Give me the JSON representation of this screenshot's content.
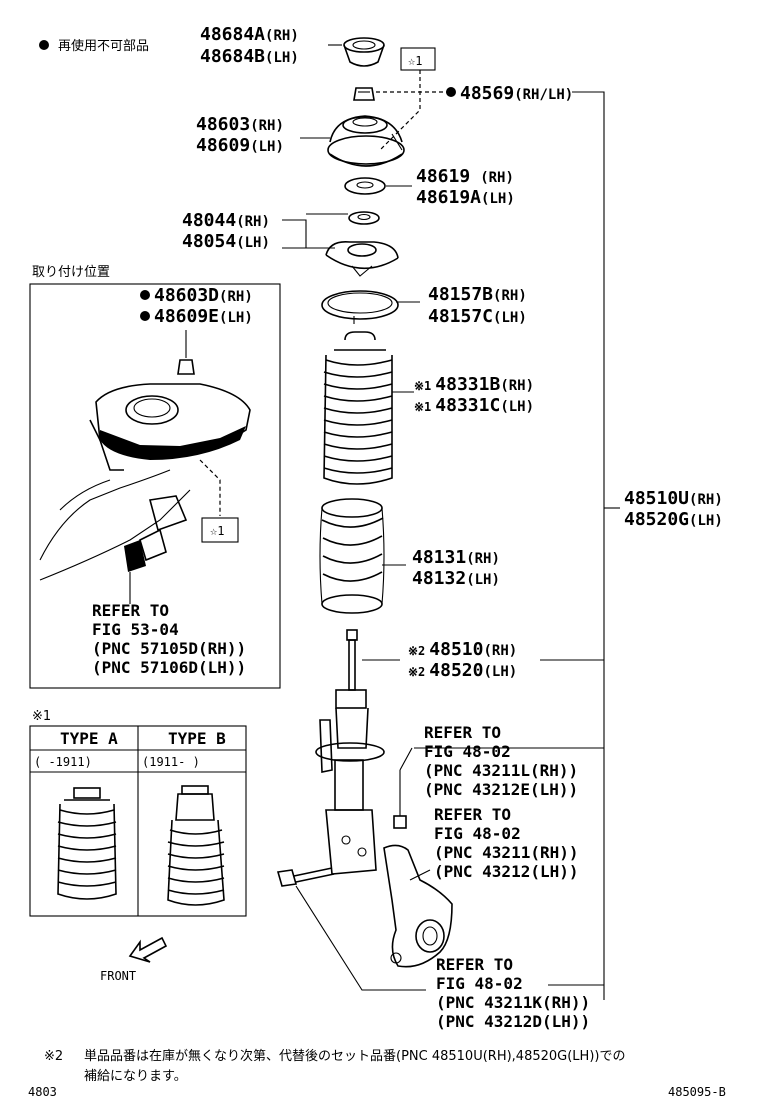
{
  "legend": {
    "dot_label": "再使用不可部品"
  },
  "parts": {
    "p48684": {
      "rh": "48684A",
      "rh_suffix": "(RH)",
      "lh": "48684B",
      "lh_suffix": "(LH)"
    },
    "p48569": {
      "code": "48569",
      "suffix": "(RH/LH)"
    },
    "p48603": {
      "rh": "48603",
      "rh_suffix": "(RH)",
      "lh": "48609",
      "lh_suffix": "(LH)"
    },
    "p48619": {
      "rh": "48619",
      "rh_suffix": "(RH)",
      "lh": "48619A",
      "lh_suffix": "(LH)"
    },
    "p48044": {
      "rh": "48044",
      "rh_suffix": "(RH)",
      "lh": "48054",
      "lh_suffix": "(LH)"
    },
    "p48157": {
      "rh": "48157B",
      "rh_suffix": "(RH)",
      "lh": "48157C",
      "lh_suffix": "(LH)"
    },
    "p48331": {
      "mark": "※1",
      "rh": "48331B",
      "rh_suffix": "(RH)",
      "lh": "48331C",
      "lh_suffix": "(LH)"
    },
    "p48131": {
      "rh": "48131",
      "rh_suffix": "(RH)",
      "lh": "48132",
      "lh_suffix": "(LH)"
    },
    "p48510": {
      "mark": "※2",
      "rh": "48510",
      "rh_suffix": "(RH)",
      "lh": "48520",
      "lh_suffix": "(LH)"
    },
    "p48510U": {
      "rh": "48510U",
      "rh_suffix": "(RH)",
      "lh": "48520G",
      "lh_suffix": "(LH)"
    }
  },
  "star_box": "☆1",
  "inset_install": {
    "title": "取り付け位置",
    "rh": "48603D",
    "rh_suffix": "(RH)",
    "lh": "48609E",
    "lh_suffix": "(LH)",
    "refer": [
      "REFER TO",
      "FIG 53-04",
      "(PNC 57105D(RH))",
      "(PNC 57106D(LH))"
    ]
  },
  "inset_types": {
    "mark": "※1",
    "type_a": "TYPE A",
    "type_a_range": "(     -1911)",
    "type_b": "TYPE B",
    "type_b_range": "(1911-     )"
  },
  "refers": {
    "r1": [
      "REFER TO",
      "FIG 48-02",
      "(PNC 43211L(RH))",
      "(PNC 43212E(LH))"
    ],
    "r2": [
      "REFER TO",
      "FIG 48-02",
      "(PNC 43211(RH))",
      "(PNC 43212(LH))"
    ],
    "r3": [
      "REFER TO",
      "FIG 48-02",
      "(PNC 43211K(RH))",
      "(PNC 43212D(LH))"
    ]
  },
  "front_label": "FRONT",
  "footnote": {
    "mark": "※2",
    "line1": "単品品番は在庫が無くなり次第、代替後のセット品番(PNC 48510U(RH),48520G(LH))での",
    "line2": "補給になります。"
  },
  "page_code": "4803",
  "figure_code": "485095-B"
}
